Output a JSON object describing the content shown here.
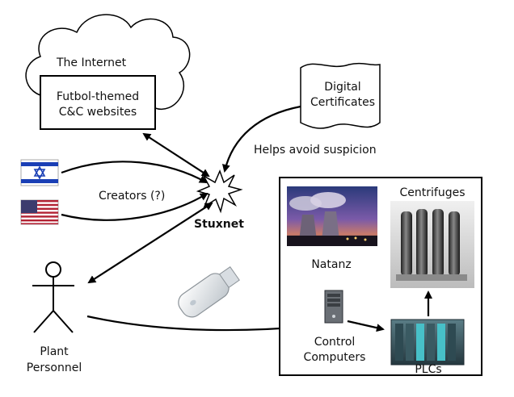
{
  "cloud": {
    "title": "The Internet"
  },
  "cnc_box": {
    "line1": "Futbol-themed",
    "line2": "C&C websites"
  },
  "certificates": {
    "line1": "Digital",
    "line2": "Certificates"
  },
  "suspicion_label": "Helps avoid suspicion",
  "creators_label": "Creators (?)",
  "stuxnet_label": "Stuxnet",
  "personnel": {
    "line1": "Plant",
    "line2": "Personnel"
  },
  "facility": {
    "natanz_label": "Natanz",
    "centrifuges_label": "Centrifuges",
    "control_line1": "Control",
    "control_line2": "Computers",
    "plcs_label": "PLCs"
  },
  "icons": {
    "israel_flag": "israel-flag",
    "us_flag": "us-flag",
    "usb_drive": "usb-drive",
    "tower_computer": "tower-computer"
  },
  "colors": {
    "israel_blue": "#1a3fb5",
    "us_red": "#b22234",
    "us_blue": "#3c3b6e"
  }
}
